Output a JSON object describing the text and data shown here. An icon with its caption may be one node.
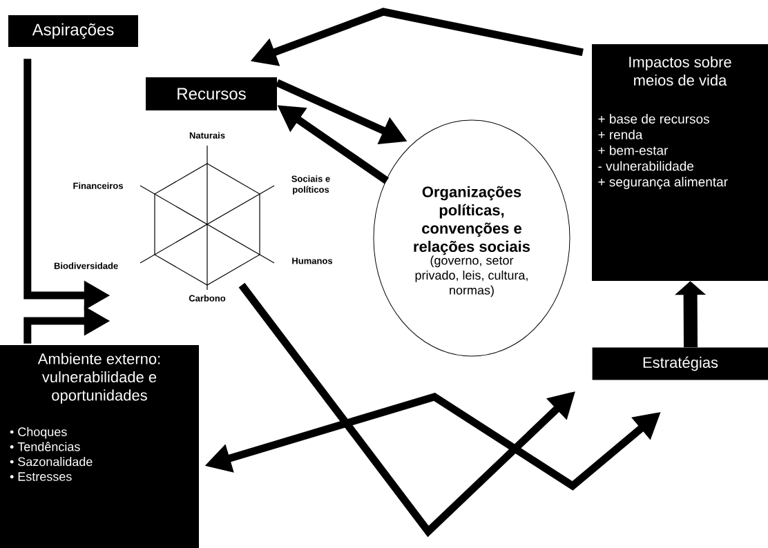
{
  "diagram": {
    "nodes": [
      {
        "text": [
          "Aspirações"
        ]
      },
      {
        "text": [
          "Recursos"
        ]
      },
      {
        "text": [],
        "shape": "hexagon",
        "beside": [
          "Naturais",
          "Financeiros",
          "Sociais e políticos",
          "Biodiversidade",
          "Humanos",
          "Carbono"
        ]
      },
      {
        "text": [
          "Organizações políticas, convenções e relações sociais",
          "(governo, setor privado, leis, cultura, normas)"
        ]
      },
      {
        "text": [
          "Impactos sobre meios de vida",
          "+ base de recursos",
          "+ renda",
          "+ bem-estar",
          "- vulnerabilidade",
          "+ segurança alimentar"
        ]
      },
      {
        "text": [
          "Estratégias"
        ]
      },
      {
        "text": [
          "Ambiente externo: vulnerabilidade e oportunidades",
          "• Choques",
          "• Tendências",
          "• Sazonalidade",
          "• Estresses"
        ]
      }
    ],
    "edges": [
      {
        "from": 4,
        "to": 1,
        "arrow": "to"
      },
      {
        "from": 1,
        "to": 3,
        "arrow": "to"
      },
      {
        "from": 3,
        "to": 1,
        "arrow": "to"
      },
      {
        "from": 5,
        "to": 4,
        "arrow": "to",
        "style": "thick"
      },
      {
        "from": 0,
        "to": 2,
        "arrow": "to"
      },
      {
        "from": 6,
        "to": 2,
        "arrow": "to"
      },
      {
        "from": 2,
        "to": 5,
        "arrow": "to"
      },
      {
        "from": 5,
        "to": 6,
        "arrow": "both"
      }
    ]
  }
}
